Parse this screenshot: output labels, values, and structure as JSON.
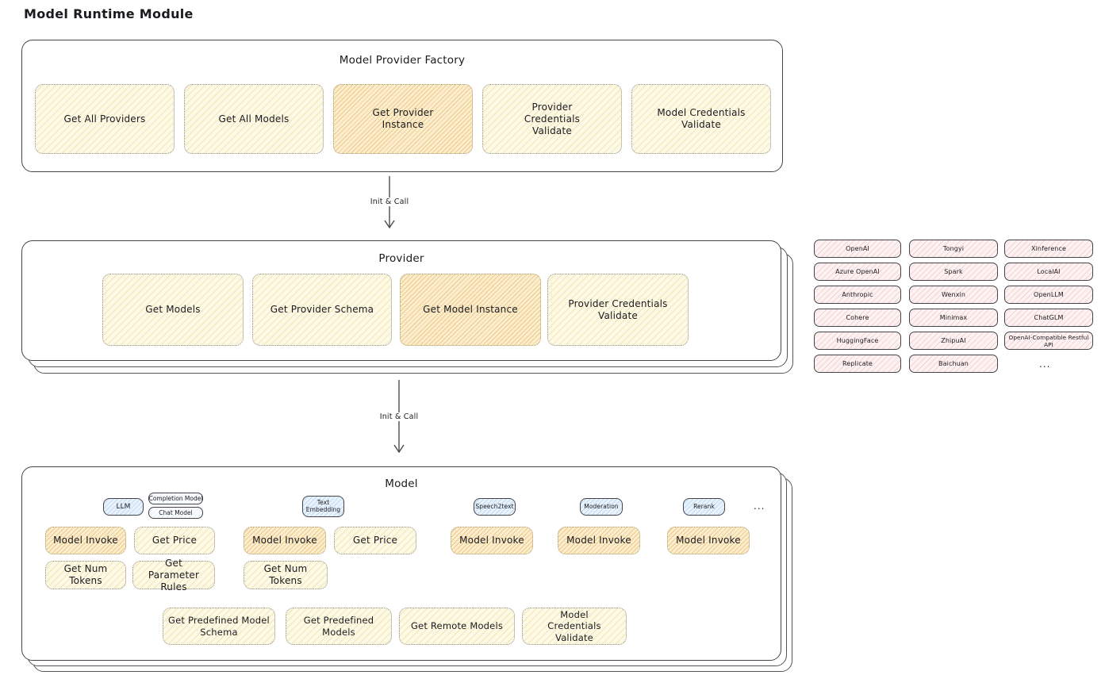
{
  "page": {
    "title": "Model Runtime Module"
  },
  "colors": {
    "node_yellow": "#fdf9e7",
    "node_yellow_hatch": "#ecd482",
    "node_highlight_orange": "#fbeed0",
    "node_highlight_hatch": "#e9b65c",
    "provider_chip_pink": "#fdf2f2",
    "provider_chip_hatch": "#f0baba",
    "type_chip_blue": "#eaf3fc",
    "type_chip_hatch": "#a6cbec",
    "outline_dark": "#46444b",
    "text": "#1b1b1f"
  },
  "factory": {
    "title": "Model Provider Factory",
    "buttons": [
      {
        "label": "Get All Providers",
        "highlighted": false
      },
      {
        "label": "Get All Models",
        "highlighted": false
      },
      {
        "label": "Get Provider Instance",
        "highlighted": true
      },
      {
        "label": "Provider Credentials Validate",
        "highlighted": false
      },
      {
        "label": "Model Credentials Validate",
        "highlighted": false
      }
    ]
  },
  "flow": {
    "arrow1_label": "Init & Call",
    "arrow2_label": "Init & Call"
  },
  "provider": {
    "title": "Provider",
    "buttons": [
      {
        "label": "Get Models",
        "highlighted": false
      },
      {
        "label": "Get Provider Schema",
        "highlighted": false
      },
      {
        "label": "Get Model Instance",
        "highlighted": true
      },
      {
        "label": "Provider Credentials Validate",
        "highlighted": false
      }
    ]
  },
  "providers_list": {
    "items": [
      "OpenAI",
      "Tongyi",
      "Xinference",
      "Azure OpenAI",
      "Spark",
      "LocalAI",
      "Anthropic",
      "Wenxin",
      "OpenLLM",
      "Cohere",
      "Minimax",
      "ChatGLM",
      "HuggingFace",
      "ZhipuAI",
      "OpenAI-Compatible Restful API",
      "Replicate",
      "Baichuan"
    ],
    "more": "..."
  },
  "model": {
    "title": "Model",
    "types": [
      "LLM",
      "Completion Model",
      "Chat Model",
      "Text Embedding",
      "Speech2text",
      "Moderation",
      "Rerank"
    ],
    "types_more": "...",
    "buttons": {
      "model_invoke": "Model Invoke",
      "get_price": "Get Price",
      "get_num_tokens": "Get Num Tokens",
      "get_parameter_rules": "Get Parameter Rules",
      "get_predefined_model_schema": "Get Predefined Model Schema",
      "get_predefined_models": "Get Predefined Models",
      "get_remote_models": "Get Remote Models",
      "model_credentials_validate": "Model Credentials Validate"
    }
  }
}
